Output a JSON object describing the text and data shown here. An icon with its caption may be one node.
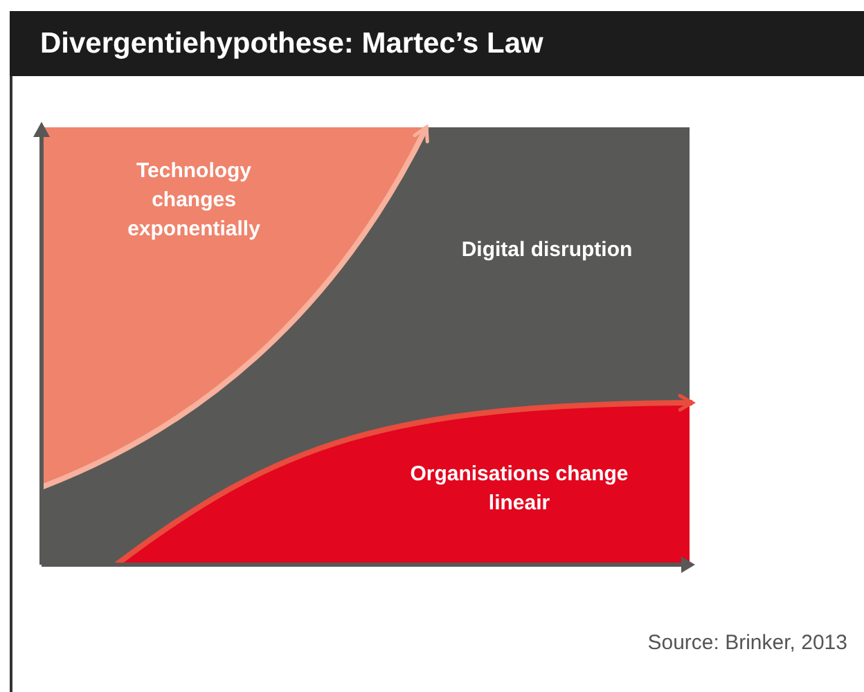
{
  "diagram": {
    "title": "Divergentiehypothese: Martec’s Law",
    "labels": [
      "Technology changes exponentially",
      "Digital disruption",
      "Organisations change lineair",
      "Source: Brinker, 2013"
    ]
  }
}
